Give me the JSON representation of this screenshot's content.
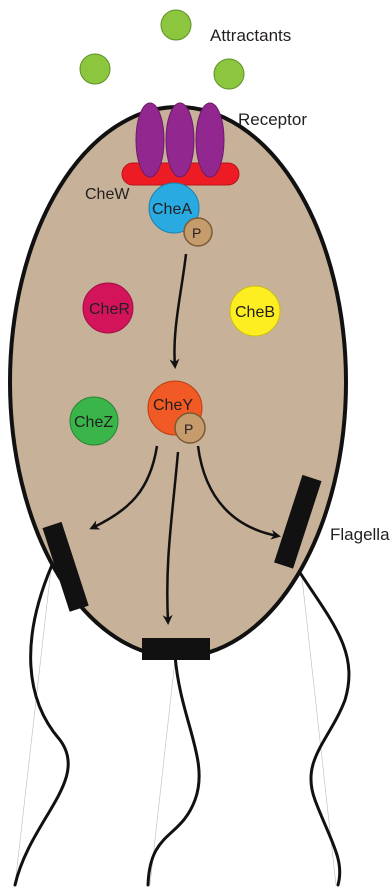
{
  "labels": {
    "attractants": "Attractants",
    "receptor": "Receptor",
    "flagella": "Flagella",
    "chew": "CheW",
    "chea": "CheA",
    "cher": "CheR",
    "cheb": "CheB",
    "chey": "CheY",
    "chez": "CheZ",
    "phospho_a": "P",
    "phospho_y": "P"
  },
  "colors": {
    "cell_fill": "#c7b299",
    "cell_outline": "#111111",
    "attractant": "#8cc63f",
    "receptor": "#92278f",
    "chew_bar": "#ed1c24",
    "chea": "#29abe2",
    "phosphate": "#c69c6d",
    "cher": "#d4145a",
    "cheb": "#fcee21",
    "chey": "#f15a24",
    "chez": "#39b54a",
    "flagellar_motor": "#111111",
    "flagellum": "#111111",
    "guide_line": "#bbbbbb"
  }
}
